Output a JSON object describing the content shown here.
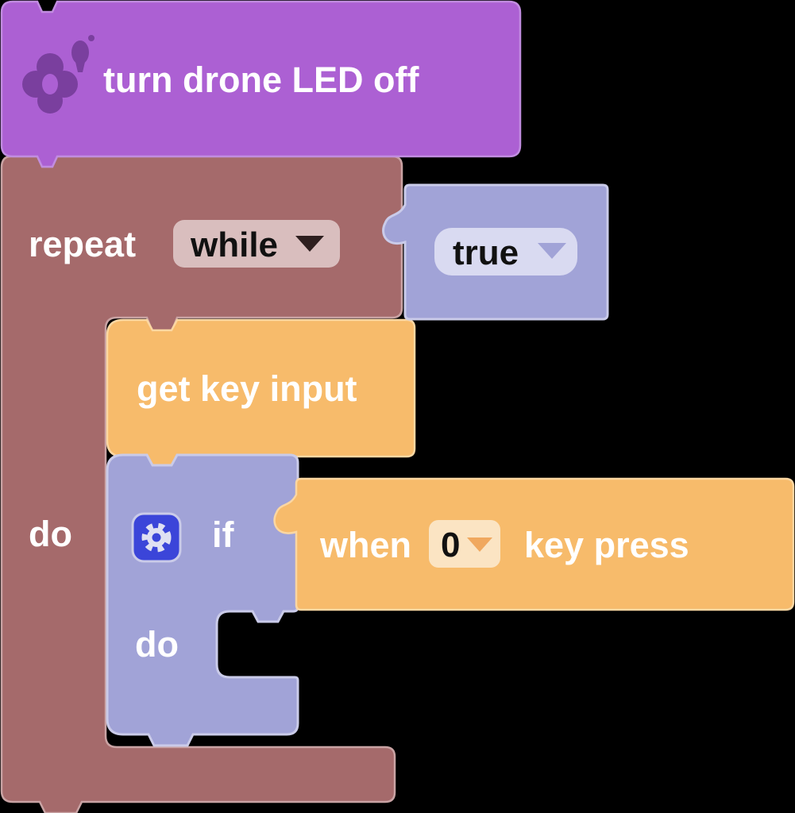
{
  "workspace": {
    "name": "block-coding-canvas",
    "background": "#000000"
  },
  "blocks": {
    "turn_led_off": {
      "label": "turn drone LED off"
    },
    "repeat": {
      "label": "repeat",
      "mode": "while",
      "do": "do"
    },
    "condition": {
      "value": "true"
    },
    "get_key_input": {
      "label": "get key input"
    },
    "if_block": {
      "label": "if",
      "do": "do"
    },
    "when_key_press": {
      "when": "when",
      "key": "0",
      "rest": "key press"
    }
  },
  "colors": {
    "led_block": "#ac60d3",
    "loop_block": "#a56a6b",
    "logic_block": "#a1a3d7",
    "input_block": "#f7bb6b",
    "gear_badge": "#3b45d9",
    "led_icon": "#7a3f9e"
  }
}
